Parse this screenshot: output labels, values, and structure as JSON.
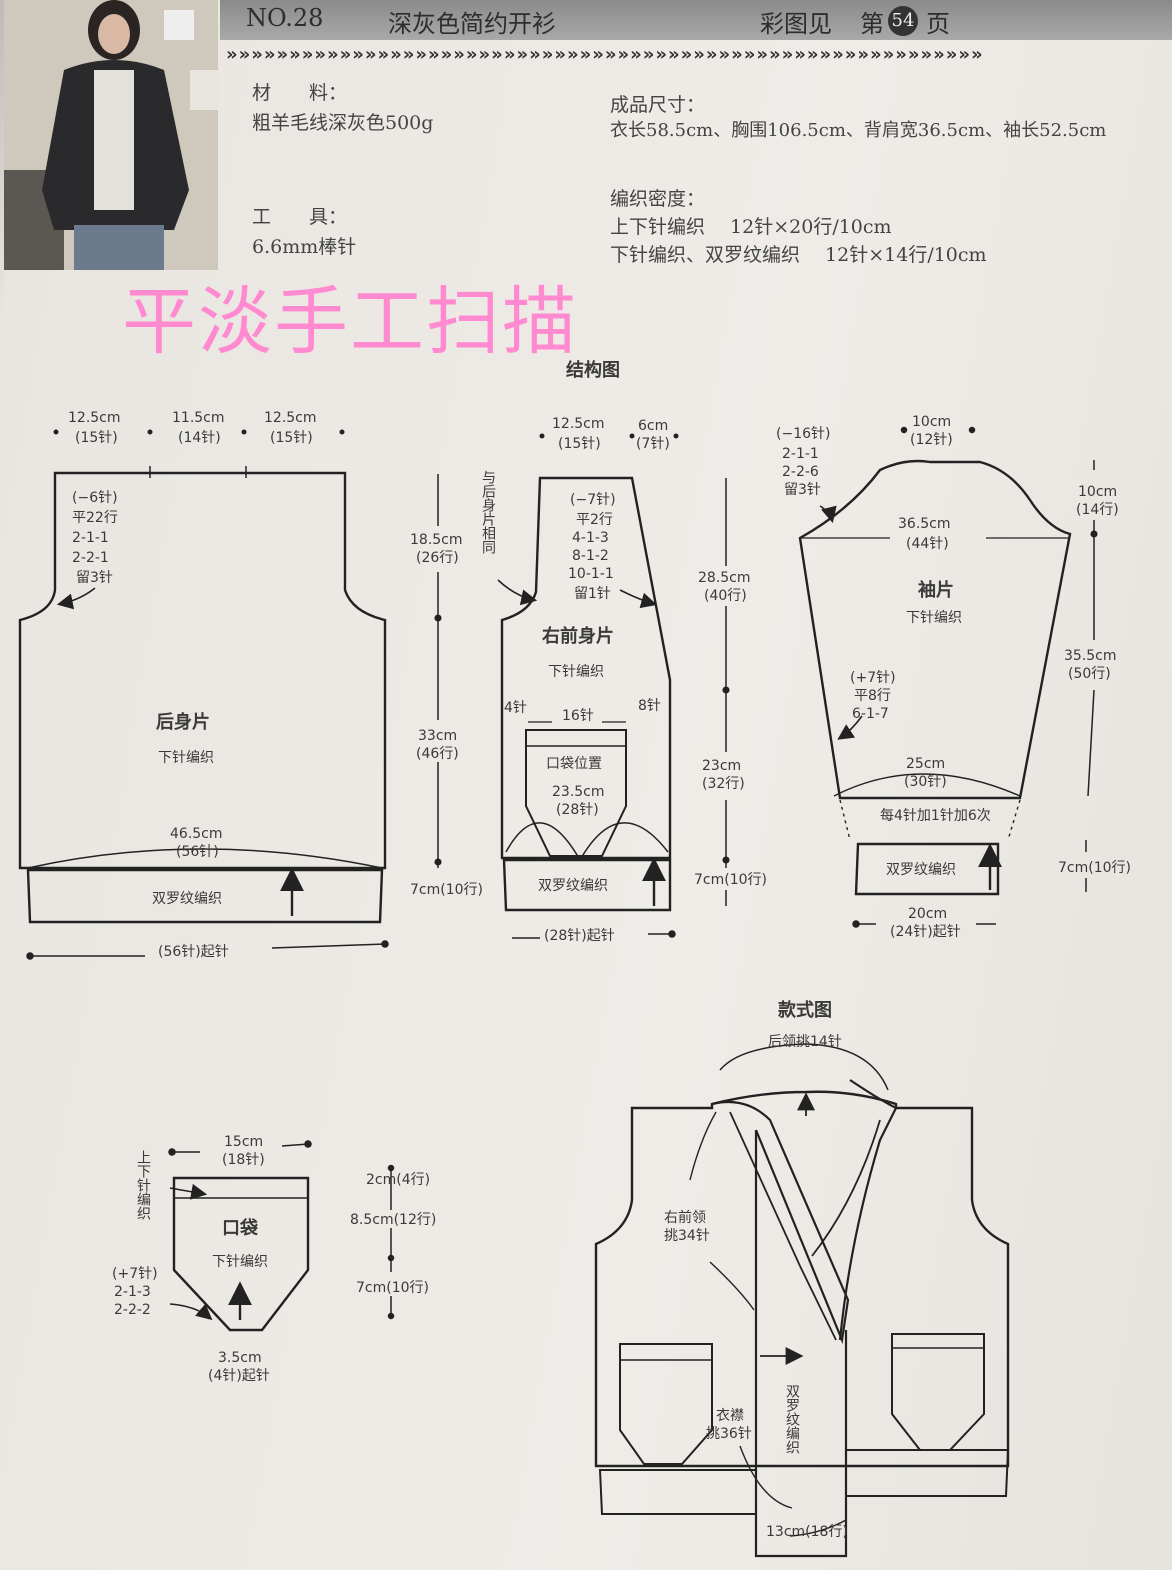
{
  "header": {
    "number": "NO.28",
    "title": "深灰色简约开衫",
    "see_color_prefix": "彩图见",
    "see_color_di": "第",
    "page_num": "54",
    "see_color_suffix": "页"
  },
  "chevrons": "»»»»»»»»»»»»»»»»»»»»»»»»»»»»»»»»»»»»»»»»»»»»»»»»»»»»»»»»»»»»",
  "info": {
    "materials_label": "材　　料：",
    "materials_value": "粗羊毛线深灰色500g",
    "tools_label": "工　　具：",
    "tools_value": "6.6mm棒针",
    "size_label": "成品尺寸：",
    "size_value": "衣长58.5cm、胸围106.5cm、背肩宽36.5cm、袖长52.5cm",
    "density_label": "编织密度：",
    "density_line1": "上下针编织　 12针×20行/10cm",
    "density_line2": "下针编织、双罗纹编织　 12针×14行/10cm"
  },
  "watermark": "平淡手工扫描",
  "structure_title": "结构图",
  "back": {
    "top_dim1": "12.5cm",
    "top_dim1b": "(15针)",
    "top_dim2": "11.5cm",
    "top_dim2b": "(14针)",
    "top_dim3": "12.5cm",
    "top_dim3b": "(15针)",
    "armhole_1": "(−6针)",
    "armhole_2": "平22行",
    "armhole_3": "2-1-1",
    "armhole_4": "2-2-1",
    "armhole_5": "留3针",
    "name": "后身片",
    "stitch": "下针编织",
    "width": "46.5cm",
    "width_b": "(56针)",
    "rib": "双罗纹编织",
    "cast_on": "(56针)起针"
  },
  "vertical": {
    "upper": "18.5cm",
    "upper_b": "(26行)",
    "mid": "33cm",
    "mid_b": "(46行)",
    "rib": "7cm(10行)",
    "same_as_back": "与后身片相同"
  },
  "front": {
    "top_dim1": "12.5cm",
    "top_dim1b": "(15针)",
    "top_dim2": "6cm",
    "top_dim2b": "(7针)",
    "neck_1": "(−7针)",
    "neck_2": "平2行",
    "neck_3": "4-1-3",
    "neck_4": "8-1-2",
    "neck_5": "10-1-1",
    "neck_6": "留1针",
    "name": "右前身片",
    "stitch": "下针编织",
    "left_st": "4针",
    "pocket_st": "16针",
    "right_st": "8针",
    "pocket_pos": "口袋位置",
    "width": "23.5cm",
    "width_b": "(28针)",
    "rib": "双罗纹编织",
    "cast_on": "(28针)起针",
    "upper_len": "28.5cm",
    "upper_len_b": "(40行)",
    "lower_len": "23cm",
    "lower_len_b": "(32行)",
    "rib_len": "7cm(10行)"
  },
  "sleeve": {
    "cap_1": "(−16针)",
    "cap_2": "2-1-1",
    "cap_3": "2-2-6",
    "cap_4": "留3针",
    "top": "10cm",
    "top_b": "(12针)",
    "cap_h": "10cm",
    "cap_h_b": "(14行)",
    "width": "36.5cm",
    "width_b": "(44针)",
    "name": "袖片",
    "stitch": "下针编织",
    "inc_1": "(+7针)",
    "inc_2": "平8行",
    "inc_3": "6-1-7",
    "len": "35.5cm",
    "len_b": "(50行)",
    "cuff_w": "25cm",
    "cuff_w_b": "(30针)",
    "cuff_inc": "每4针加1针加6次",
    "rib": "双罗纹编织",
    "rib_len": "7cm(10行)",
    "cast_w": "20cm",
    "cast_on": "(24针)起针"
  },
  "pocket": {
    "width": "15cm",
    "width_b": "(18针)",
    "side_label": "上下针编织",
    "name": "口袋",
    "stitch": "下针编织",
    "inc_1": "(+7针)",
    "inc_2": "2-1-3",
    "inc_3": "2-2-2",
    "bottom": "3.5cm",
    "bottom_b": "(4针)起针",
    "h1": "2cm(4行)",
    "h2": "8.5cm(12行)",
    "h3": "7cm(10行)"
  },
  "style": {
    "title": "款式图",
    "back_neck": "后领挑14针",
    "front_collar_1": "右前领",
    "front_collar_2": "挑34针",
    "placket_1": "衣襟",
    "placket_2": "挑36针",
    "rib_vertical": "双罗纹编织",
    "bottom": "13cm(18行)"
  }
}
